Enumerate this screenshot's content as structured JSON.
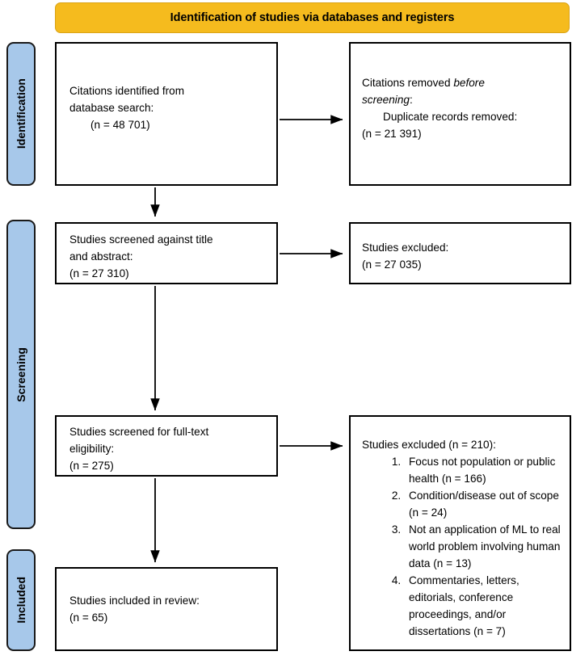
{
  "diagram": {
    "type": "prisma-flow-diagram",
    "banner_label": "Identification of studies via databases and registers",
    "accent_banner_color": "#F5BB1E",
    "accent_stage_color": "#A7C8EA",
    "border_color": "#000000"
  },
  "stages": {
    "identification": "Identification",
    "screening": "Screening",
    "included": "Included"
  },
  "boxes": {
    "identified": {
      "line1": "Citations identified from",
      "line2": "database search:",
      "count_line": "(n = 48 701)"
    },
    "removed": {
      "line1_prefix": "Citations removed ",
      "line1_italic": "before",
      "line2_italic": "screening",
      "line2_suffix": ":",
      "sub_line": "Duplicate records removed:",
      "count_line": "(n = 21 391)"
    },
    "screened_title_abstract": {
      "line1": "Studies screened against title",
      "line2": "and abstract:",
      "count_line": "(n = 27 310)"
    },
    "excluded_title_abstract": {
      "line1": "Studies excluded:",
      "count_line": "(n = 27 035)"
    },
    "screened_fulltext": {
      "line1": "Studies screened for full-text",
      "line2": "eligibility:",
      "count_line": "(n = 275)"
    },
    "excluded_fulltext": {
      "lead": "Studies excluded (n = 210):",
      "reasons": [
        "Focus not population or public health (n = 166)",
        "Condition/disease out of scope (n = 24)",
        "Not an application of ML to real world problem involving human data (n = 13)",
        "Commentaries, letters, editorials, conference proceedings, and/or dissertations (n = 7)"
      ]
    },
    "included_in_review": {
      "line1": "Studies included in review:",
      "count_line": "(n = 65)"
    }
  },
  "chart_data": {
    "type": "diagram",
    "title": "Identification of studies via databases and registers",
    "nodes": [
      {
        "id": "identified",
        "stage": "Identification",
        "label": "Citations identified from database search",
        "n": 48701
      },
      {
        "id": "removed",
        "stage": "Identification",
        "label": "Citations removed before screening: Duplicate records removed",
        "n": 21391
      },
      {
        "id": "screened_title_abstract",
        "stage": "Screening",
        "label": "Studies screened against title and abstract",
        "n": 27310
      },
      {
        "id": "excluded_title_abstract",
        "stage": "Screening",
        "label": "Studies excluded",
        "n": 27035
      },
      {
        "id": "screened_fulltext",
        "stage": "Screening",
        "label": "Studies screened for full-text eligibility",
        "n": 275
      },
      {
        "id": "excluded_fulltext",
        "stage": "Screening",
        "label": "Studies excluded",
        "n": 210
      },
      {
        "id": "included_in_review",
        "stage": "Included",
        "label": "Studies included in review",
        "n": 65
      }
    ],
    "edges": [
      {
        "from": "identified",
        "to": "removed",
        "direction": "right"
      },
      {
        "from": "identified",
        "to": "screened_title_abstract",
        "direction": "down"
      },
      {
        "from": "screened_title_abstract",
        "to": "excluded_title_abstract",
        "direction": "right"
      },
      {
        "from": "screened_title_abstract",
        "to": "screened_fulltext",
        "direction": "down"
      },
      {
        "from": "screened_fulltext",
        "to": "excluded_fulltext",
        "direction": "right"
      },
      {
        "from": "screened_fulltext",
        "to": "included_in_review",
        "direction": "down"
      }
    ],
    "exclusion_breakdown": {
      "total": 210,
      "categories": [
        "Focus not population or public health",
        "Condition/disease out of scope",
        "Not an application of ML to real world problem involving human data",
        "Commentaries, letters, editorials, conference proceedings, and/or dissertations"
      ],
      "values": [
        166,
        24,
        13,
        7
      ]
    }
  }
}
